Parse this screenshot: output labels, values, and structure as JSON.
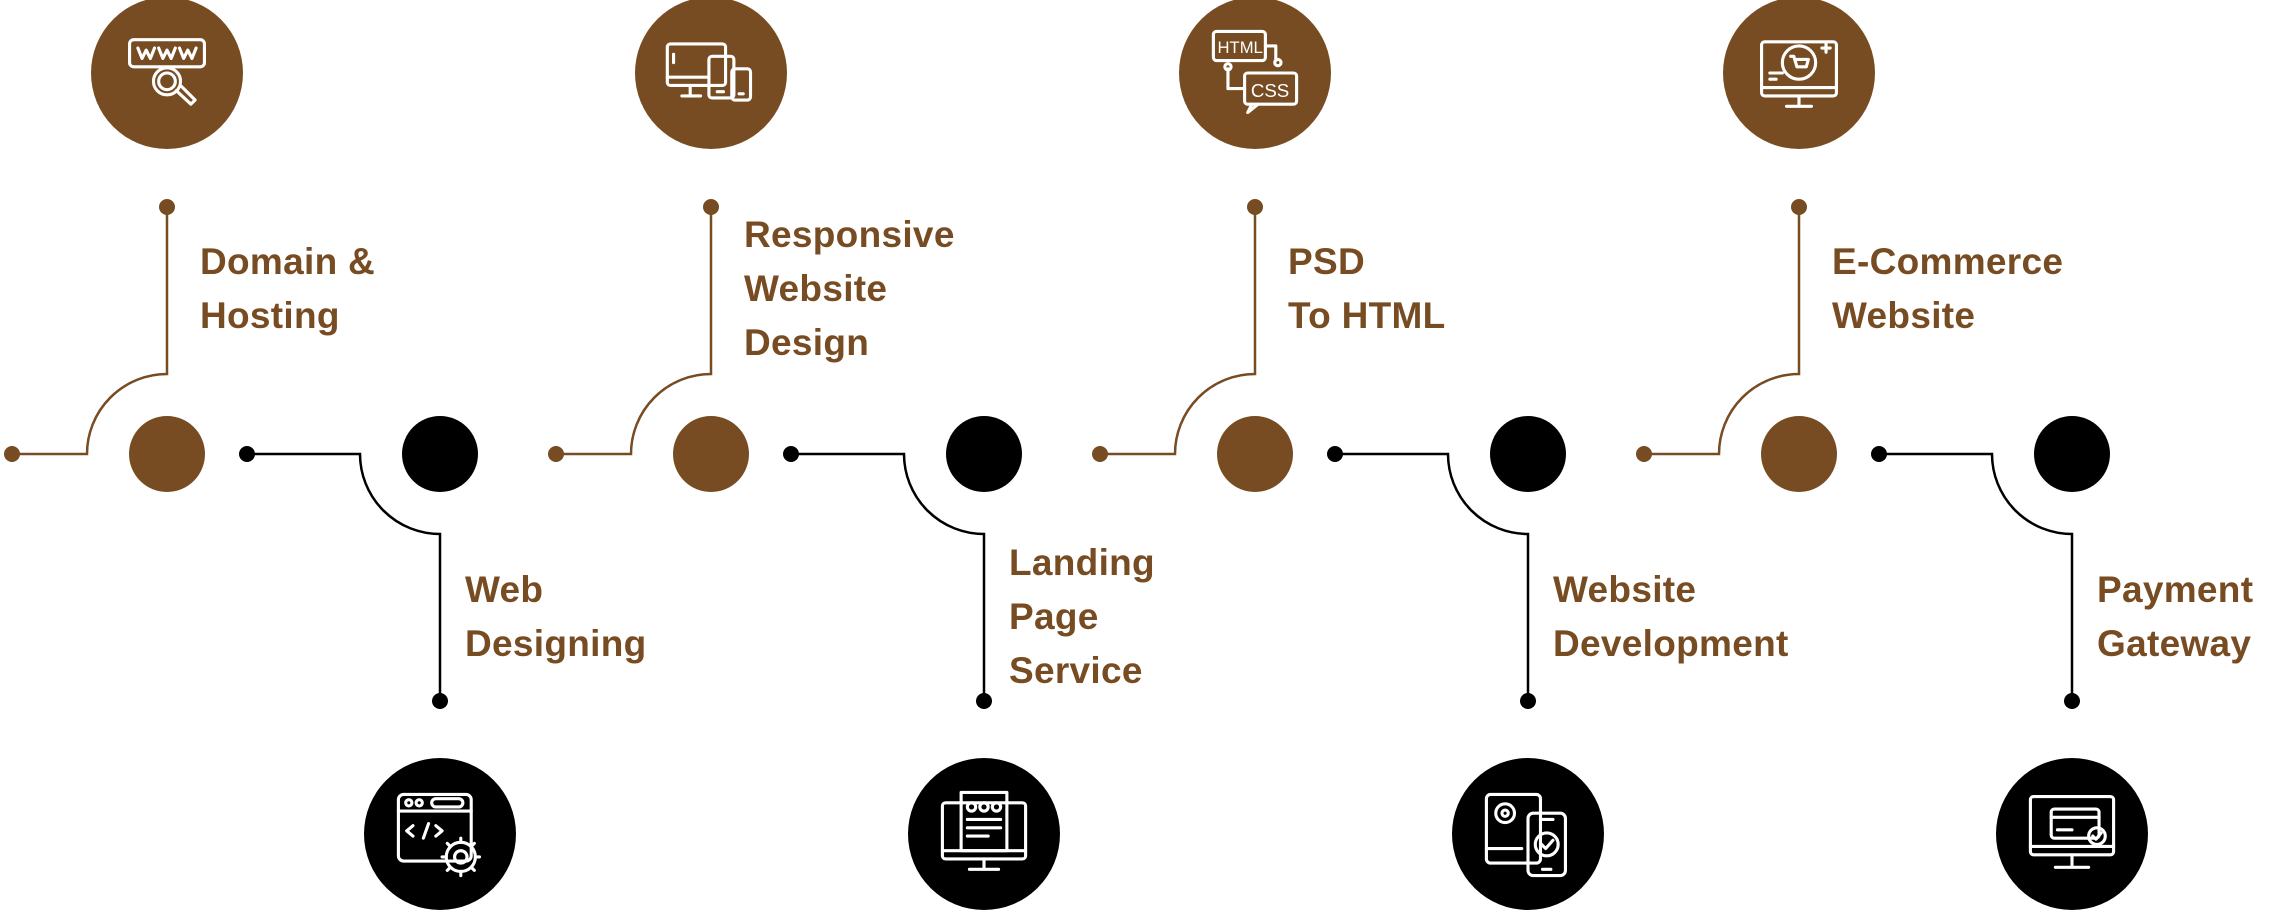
{
  "colors": {
    "brown": "#774c23",
    "black": "#000000",
    "icon_stroke": "#ffffff"
  },
  "top_steps": [
    {
      "lines": [
        "Domain &",
        "Hosting"
      ],
      "icon": "www-search-icon"
    },
    {
      "lines": [
        "Responsive",
        "Website",
        "Design"
      ],
      "icon": "responsive-devices-icon"
    },
    {
      "lines": [
        "PSD",
        "To HTML"
      ],
      "icon": "html-css-icon",
      "icon_text": [
        "HTML",
        "CSS"
      ]
    },
    {
      "lines": [
        "E-Commerce",
        "Website"
      ],
      "icon": "ecommerce-cart-monitor-icon"
    }
  ],
  "bottom_steps": [
    {
      "lines": [
        "Web",
        "Designing"
      ],
      "icon": "code-window-gear-icon"
    },
    {
      "lines": [
        "Landing",
        "Page",
        "Service"
      ],
      "icon": "landing-page-monitor-icon"
    },
    {
      "lines": [
        "Website",
        "Development"
      ],
      "icon": "dev-gear-phone-icon"
    },
    {
      "lines": [
        "Payment",
        "Gateway"
      ],
      "icon": "payment-card-monitor-icon"
    }
  ]
}
